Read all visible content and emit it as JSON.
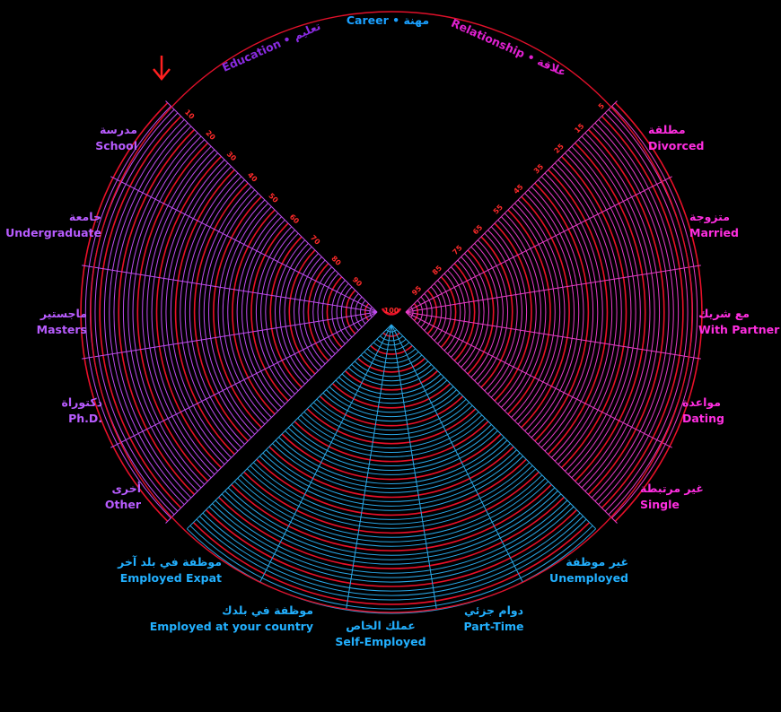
{
  "colors": {
    "background": "#000000",
    "outer_circle": "#e0102a",
    "education_arc": "#c04cf0",
    "education_text": "#b85cff",
    "relationship_arc": "#e83cc8",
    "relationship_text": "#ff2ee0",
    "career_arc": "#2aa8e8",
    "career_text": "#22b0ff",
    "highlight_arc": "#e8102a",
    "title_education": "#8a2be2",
    "title_career": "#1aa0ff",
    "title_relationship": "#e020d0",
    "arrow": "#ff2020"
  },
  "titles": {
    "education": "Education • تعليم",
    "career": "Career • مهنة",
    "relationship": "Relationship • علاقة"
  },
  "center_label": "100",
  "education": {
    "ticks": [
      "10",
      "20",
      "30",
      "40",
      "50",
      "60",
      "70",
      "80",
      "90"
    ],
    "categories": [
      {
        "ar": "مدرسة",
        "en": "School"
      },
      {
        "ar": "جامعة",
        "en": "Undergraduate"
      },
      {
        "ar": "ماجستير",
        "en": "Masters"
      },
      {
        "ar": "دكتوراة",
        "en": "Ph.D."
      },
      {
        "ar": "أخرى",
        "en": "Other"
      }
    ]
  },
  "relationship": {
    "ticks": [
      "5",
      "15",
      "25",
      "35",
      "45",
      "55",
      "65",
      "75",
      "85",
      "95"
    ],
    "categories": [
      {
        "ar": "مطلقة",
        "en": "Divorced"
      },
      {
        "ar": "متزوجة",
        "en": "Married"
      },
      {
        "ar": "مع شريك",
        "en": "With Partner"
      },
      {
        "ar": "مواعدة",
        "en": "Dating"
      },
      {
        "ar": "غير مرتبطة",
        "en": "Single"
      }
    ]
  },
  "career": {
    "categories": [
      {
        "ar": "موظفة في بلد آخر",
        "en": "Employed Expat"
      },
      {
        "ar": "موظفة في بلدك",
        "en": "Employed at your country"
      },
      {
        "ar": "عملك الخاص",
        "en": "Self-Employed"
      },
      {
        "ar": "دوام جزئي",
        "en": "Part-Time"
      },
      {
        "ar": "غير موظفة",
        "en": "Unemployed"
      }
    ]
  },
  "arrow_icon": "down-arrow-icon"
}
